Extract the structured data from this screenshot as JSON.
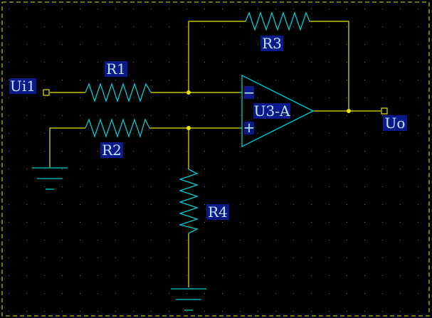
{
  "colors": {
    "background": "#000000",
    "wire": "#e6e600",
    "component": "#00cccc",
    "label_text": "#bfe8ff",
    "label_fill": "#0a1a8a",
    "grid_dot": "#6a6a6a",
    "border": "#e6e600"
  },
  "labels": {
    "r1": "R1",
    "r2": "R2",
    "r3": "R3",
    "r4": "R4",
    "opamp": "U3-A",
    "input_port": "Ui1",
    "output_port": "Uo",
    "minus_sign": "−",
    "plus_sign": "+"
  }
}
